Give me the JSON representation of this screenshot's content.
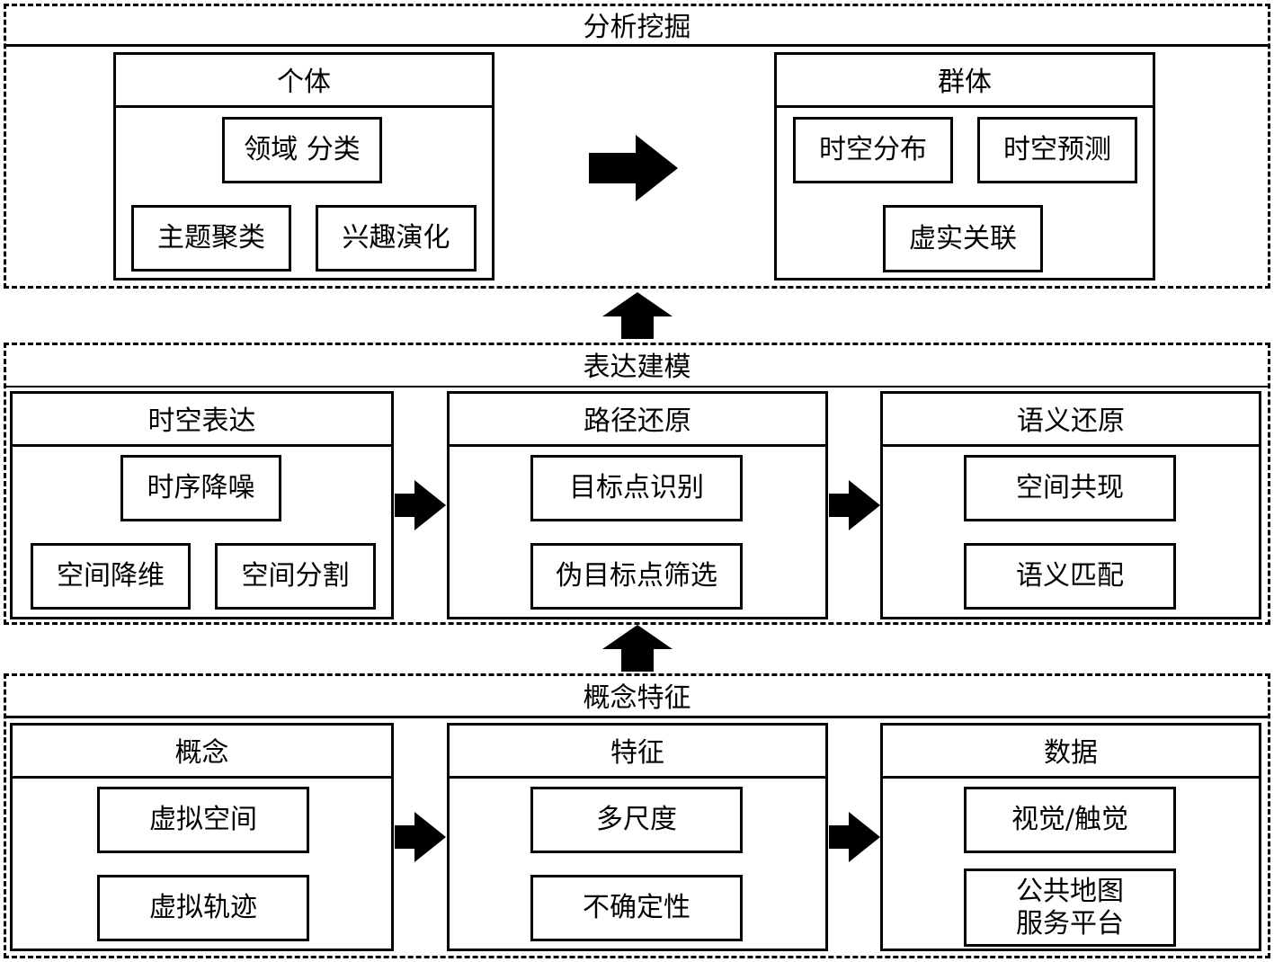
{
  "layers": [
    {
      "title": "分析挖掘",
      "groups": [
        {
          "title": "个体",
          "items": [
            "领域 分类",
            "主题聚类",
            "兴趣演化"
          ]
        },
        {
          "title": "群体",
          "items": [
            "时空分布",
            "时空预测",
            "虚实关联"
          ]
        }
      ]
    },
    {
      "title": "表达建模",
      "groups": [
        {
          "title": "时空表达",
          "items": [
            "时序降噪",
            "空间降维",
            "空间分割"
          ]
        },
        {
          "title": "路径还原",
          "items": [
            "目标点识别",
            "伪目标点筛选"
          ]
        },
        {
          "title": "语义还原",
          "items": [
            "空间共现",
            "语义匹配"
          ]
        }
      ]
    },
    {
      "title": "概念特征",
      "groups": [
        {
          "title": "概念",
          "items": [
            "虚拟空间",
            "虚拟轨迹"
          ]
        },
        {
          "title": "特征",
          "items": [
            "多尺度",
            "不确定性"
          ]
        },
        {
          "title": "数据",
          "items": [
            "视觉/触觉",
            "公共地图\n服务平台"
          ]
        }
      ]
    }
  ],
  "arrows": {
    "horizontal_icon": "right-arrow-icon",
    "vertical_icon": "up-arrow-icon"
  }
}
